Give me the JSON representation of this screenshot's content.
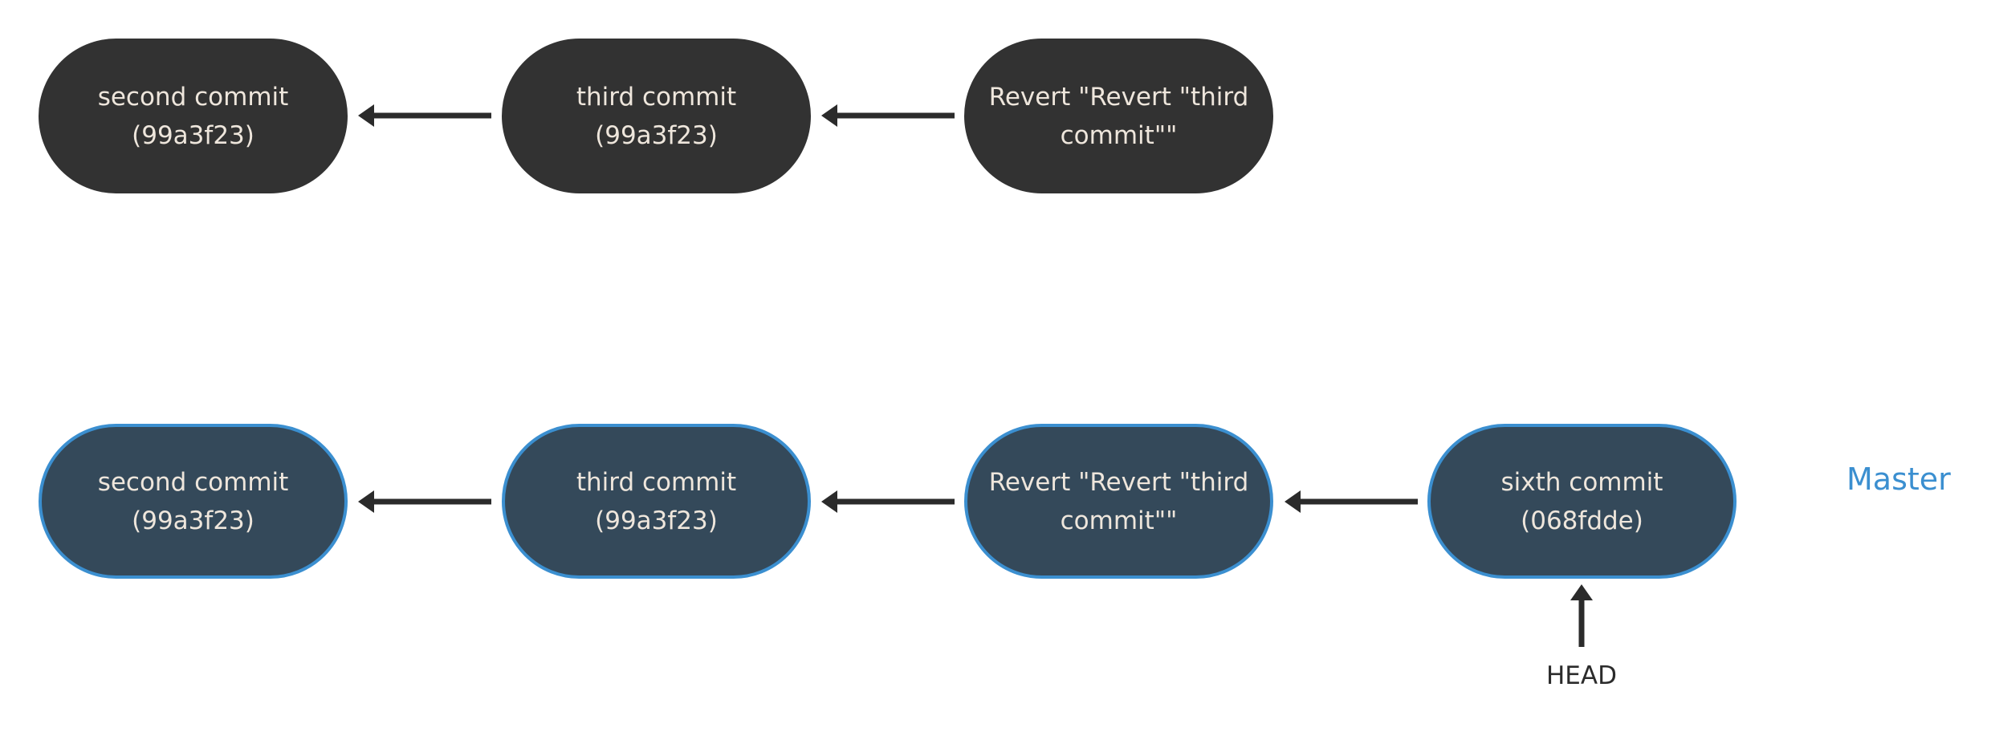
{
  "top_row": {
    "commits": [
      {
        "text": "second commit\n(99a3f23)"
      },
      {
        "text": "third commit\n(99a3f23)"
      },
      {
        "text": "Revert \"Revert \"third\ncommit\"\""
      }
    ]
  },
  "bottom_row": {
    "commits": [
      {
        "text": "second commit\n(99a3f23)"
      },
      {
        "text": "third commit\n(99a3f23)"
      },
      {
        "text": "Revert \"Revert \"third\ncommit\"\""
      },
      {
        "text": "sixth commit\n(068fdde)"
      }
    ],
    "branch_label": "Master",
    "head_label": "HEAD"
  },
  "colors": {
    "old_node_fill": "#323232",
    "new_node_fill": "#34495a",
    "new_node_border": "#3b8fd0",
    "node_text": "#eee6dc",
    "arrow": "#2b2b2b",
    "branch_label": "#3b8fd0"
  }
}
